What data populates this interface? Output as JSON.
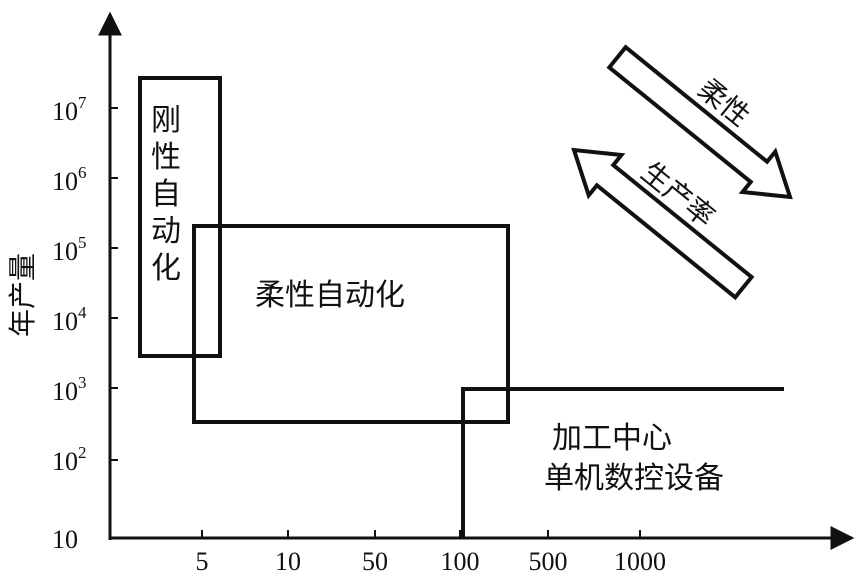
{
  "y_axis": {
    "label": "年产量",
    "ticks": [
      {
        "base": "10",
        "exp": ""
      },
      {
        "base": "10",
        "exp": "2"
      },
      {
        "base": "10",
        "exp": "3"
      },
      {
        "base": "10",
        "exp": "4"
      },
      {
        "base": "10",
        "exp": "5"
      },
      {
        "base": "10",
        "exp": "6"
      },
      {
        "base": "10",
        "exp": "7"
      }
    ]
  },
  "x_axis": {
    "ticks": [
      "5",
      "10",
      "50",
      "100",
      "500",
      "1000"
    ]
  },
  "regions": {
    "rigid": {
      "chars": [
        "刚",
        "性",
        "自",
        "动",
        "化"
      ]
    },
    "flexible": {
      "label": "柔性自动化"
    },
    "cnc": {
      "line1": "加工中心",
      "line2": "单机数控设备"
    }
  },
  "arrows": {
    "flexibility": "柔性",
    "productivity": "生产率"
  }
}
